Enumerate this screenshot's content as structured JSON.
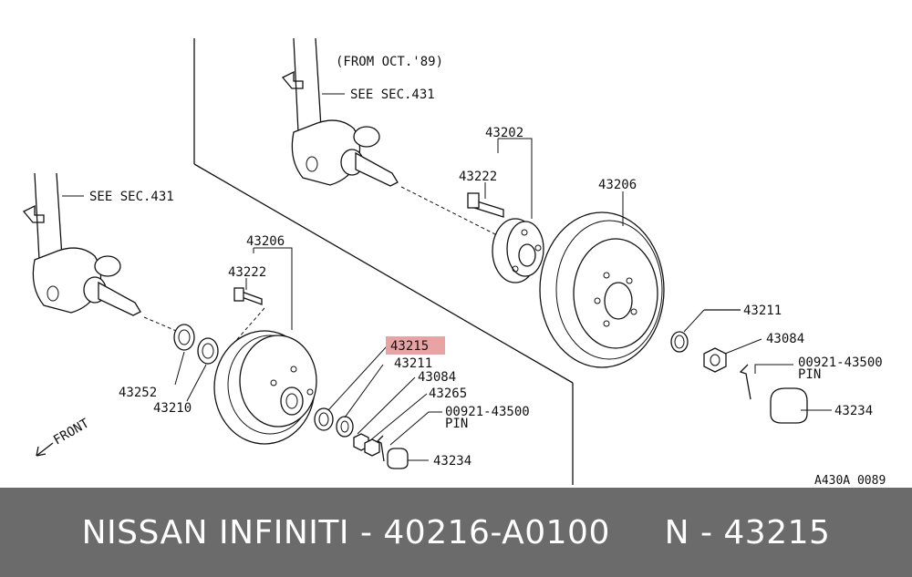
{
  "diagram": {
    "note_from": "(FROM OCT.'89)",
    "see_sec_upper": "SEE SEC.431",
    "see_sec_lower": "SEE SEC.431",
    "front_label": "FRONT",
    "ref_code": "A430A 0089",
    "highlight_color": "#e8a4a4",
    "labels": {
      "l43202": "43202",
      "l43222_upper": "43222",
      "l43206_upper": "43206",
      "l43211_upper": "43211",
      "l43084_upper": "43084",
      "l00921_upper": "00921-43500",
      "lpin_upper": "PIN",
      "l43234_upper": "43234",
      "l43206_lower": "43206",
      "l43222_lower": "43222",
      "l43252": "43252",
      "l43210": "43210",
      "l43215": "43215",
      "l43211_lower": "43211",
      "l43084_lower": "43084",
      "l43265": "43265",
      "l00921_lower": "00921-43500",
      "lpin_lower": "PIN",
      "l43234_lower": "43234"
    }
  },
  "footer": {
    "text": "NISSAN INFINITI - 40216-A0100     N - 43215"
  }
}
